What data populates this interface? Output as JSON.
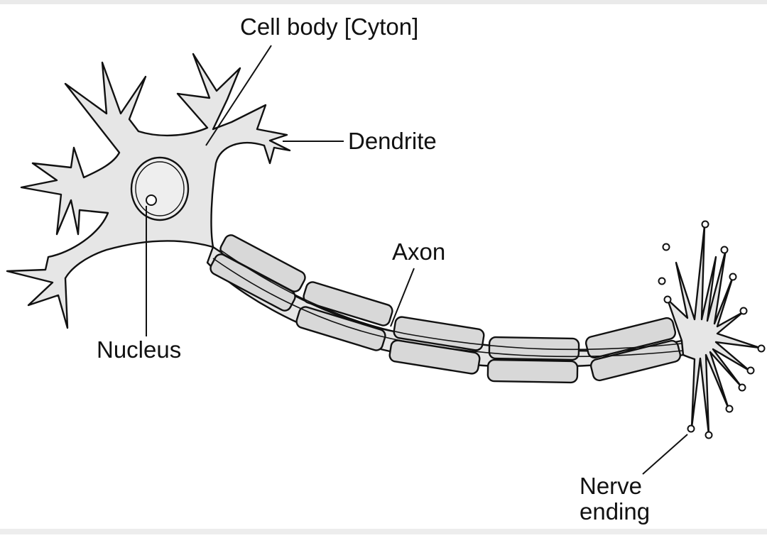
{
  "labels": {
    "cell_body": "Cell body [Cyton]",
    "dendrite": "Dendrite",
    "axon": "Axon",
    "nucleus": "Nucleus",
    "nerve_ending_line1": "Nerve",
    "nerve_ending_line2": "ending"
  },
  "colors": {
    "cell_fill": "#e6e6e6",
    "sheath_fill": "#d8d8d8",
    "outline": "#111111",
    "background": "#ffffff"
  }
}
